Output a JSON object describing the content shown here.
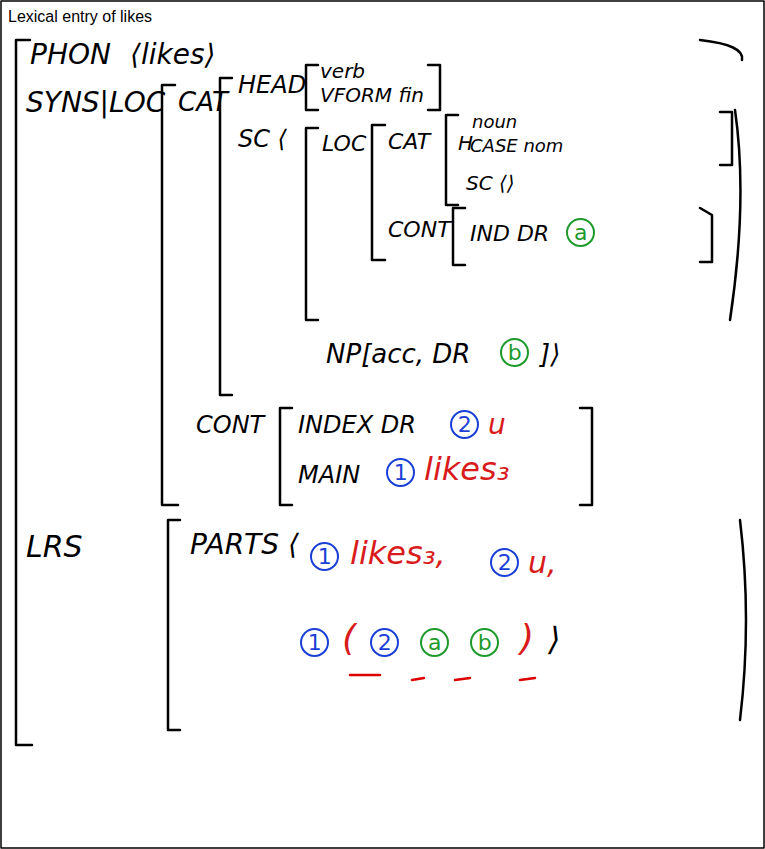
{
  "diagram": {
    "title": "Lexical entry of likes",
    "labels": [
      "PHON",
      "⟨likes⟩",
      "SYNS|LOC",
      "CAT",
      "HEAD",
      "verb",
      "VFORM fin",
      "SC ⟨",
      "LOC",
      "CAT",
      "H",
      "noun",
      "CASE nom",
      "SC ⟨⟩",
      "CONT",
      "IND DR",
      "a",
      "NP[acc, DR",
      "b",
      "]⟩",
      "CONT",
      "INDEX DR",
      "2",
      "u",
      "MAIN",
      "1",
      "likes₃",
      "LRS",
      "PARTS ⟨",
      "1",
      "likes₃,",
      "2",
      "u,",
      "1",
      "(",
      "2",
      "a",
      "b",
      ")",
      "⟩"
    ]
  }
}
